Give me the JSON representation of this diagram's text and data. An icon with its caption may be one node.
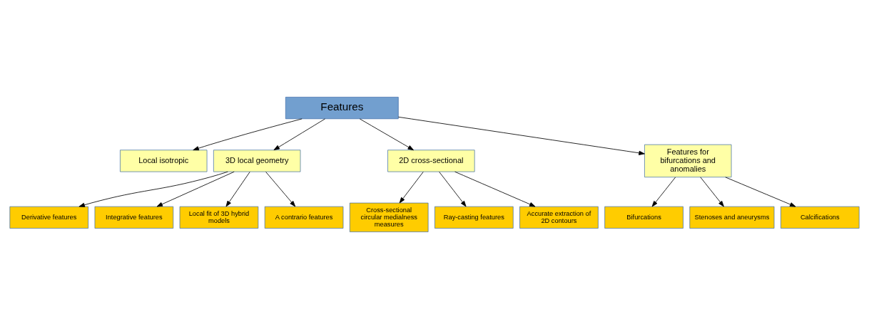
{
  "diagram": {
    "nodes": [
      {
        "text": [
          "Features"
        ]
      },
      {
        "text": [
          "Local isotropic"
        ]
      },
      {
        "text": [
          "3D local geometry"
        ]
      },
      {
        "text": [
          "2D cross-sectional"
        ]
      },
      {
        "text": [
          "Features for bifurcations and anomalies"
        ]
      },
      {
        "text": [
          "Derivative features"
        ]
      },
      {
        "text": [
          "Integrative features"
        ]
      },
      {
        "text": [
          "Local fit of 3D hybrid models"
        ]
      },
      {
        "text": [
          "A contrario features"
        ]
      },
      {
        "text": [
          "Cross-sectional circular medialness measures"
        ]
      },
      {
        "text": [
          "Ray-casting features"
        ]
      },
      {
        "text": [
          "Accurate extraction of 2D contours"
        ]
      },
      {
        "text": [
          "Bifurcations"
        ]
      },
      {
        "text": [
          "Stenoses and aneurysms"
        ]
      },
      {
        "text": [
          "Calcifications"
        ]
      }
    ],
    "edges": [
      {
        "from": 0,
        "to": 1,
        "arrow": "to"
      },
      {
        "from": 0,
        "to": 2,
        "arrow": "to"
      },
      {
        "from": 0,
        "to": 3,
        "arrow": "to"
      },
      {
        "from": 0,
        "to": 4,
        "arrow": "to"
      },
      {
        "from": 2,
        "to": 5,
        "arrow": "to"
      },
      {
        "from": 2,
        "to": 6,
        "arrow": "to"
      },
      {
        "from": 2,
        "to": 7,
        "arrow": "to"
      },
      {
        "from": 2,
        "to": 8,
        "arrow": "to"
      },
      {
        "from": 3,
        "to": 9,
        "arrow": "to"
      },
      {
        "from": 3,
        "to": 10,
        "arrow": "to"
      },
      {
        "from": 3,
        "to": 11,
        "arrow": "to"
      },
      {
        "from": 4,
        "to": 12,
        "arrow": "to"
      },
      {
        "from": 4,
        "to": 13,
        "arrow": "to"
      },
      {
        "from": 4,
        "to": 14,
        "arrow": "to"
      }
    ]
  }
}
